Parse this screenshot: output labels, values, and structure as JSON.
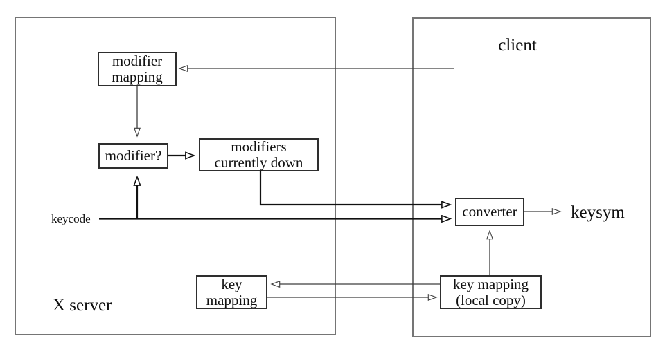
{
  "regions": {
    "x_server": {
      "label": "X server"
    },
    "client": {
      "label": "client"
    }
  },
  "nodes": {
    "modifier_mapping": {
      "lines": [
        "modifier",
        "mapping"
      ]
    },
    "modifier_check": {
      "lines": [
        "modifier?"
      ]
    },
    "modifiers_currently_down": {
      "lines": [
        "modifiers",
        "currently down"
      ]
    },
    "converter": {
      "lines": [
        "converter"
      ]
    },
    "key_mapping_server": {
      "lines": [
        "key",
        "mapping"
      ]
    },
    "key_mapping_local_copy": {
      "lines": [
        "key mapping",
        "(local copy)"
      ]
    }
  },
  "io_labels": {
    "keycode": "keycode",
    "keysym": "keysym"
  },
  "edges": [
    {
      "from": "client",
      "to": "modifier_mapping",
      "weight": "thin"
    },
    {
      "from": "modifier_mapping",
      "to": "modifier_check",
      "weight": "thin"
    },
    {
      "from": "modifier_check",
      "to": "modifiers_currently_down",
      "weight": "thick"
    },
    {
      "from": "keycode",
      "to": "modifier_check",
      "weight": "thick"
    },
    {
      "from": "keycode",
      "to": "converter",
      "weight": "thick"
    },
    {
      "from": "modifiers_currently_down",
      "to": "converter",
      "weight": "thick"
    },
    {
      "from": "converter",
      "to": "keysym",
      "weight": "thin"
    },
    {
      "from": "key_mapping_local_copy",
      "to": "converter",
      "weight": "thin"
    },
    {
      "from": "key_mapping_local_copy",
      "to": "key_mapping_server",
      "weight": "thin"
    },
    {
      "from": "key_mapping_server",
      "to": "key_mapping_local_copy",
      "weight": "thin"
    }
  ],
  "colors": {
    "background": "#ffffff",
    "outer_border": "#757575",
    "node_border": "#2e2e2e",
    "thin_line": "#3d3d3d",
    "thick_line": "#111111",
    "text": "#111111"
  }
}
